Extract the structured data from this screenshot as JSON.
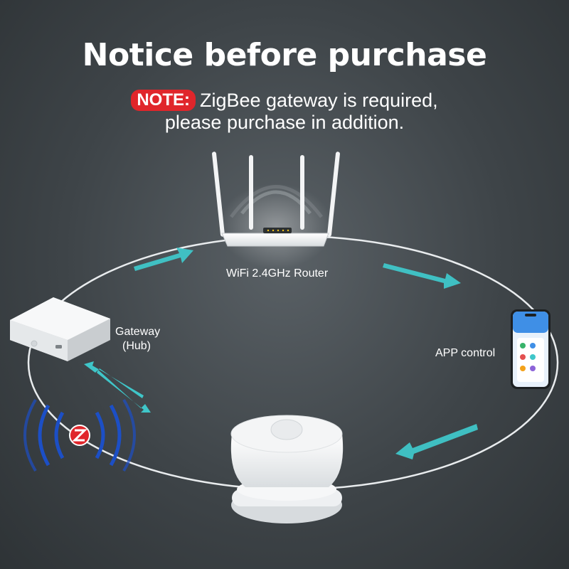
{
  "header": {
    "title": "Notice before purchase",
    "note_badge": "NOTE:",
    "note_line1": "ZigBee gateway is required,",
    "note_line2": "please purchase in addition."
  },
  "diagram": {
    "router_label": "WiFi 2.4GHz Router",
    "gateway_label_line1": "Gateway",
    "gateway_label_line2": "(Hub)",
    "app_label": "APP control"
  },
  "colors": {
    "accent_red": "#e0262b",
    "arrow_teal": "#3fc6c9",
    "zigbee_blue": "#1c4fc6",
    "background": "#474d51"
  },
  "icons": [
    "router-icon",
    "gateway-hub-icon",
    "smartphone-icon",
    "motion-sensor-icon",
    "zigbee-logo-icon",
    "arrow-icon"
  ]
}
